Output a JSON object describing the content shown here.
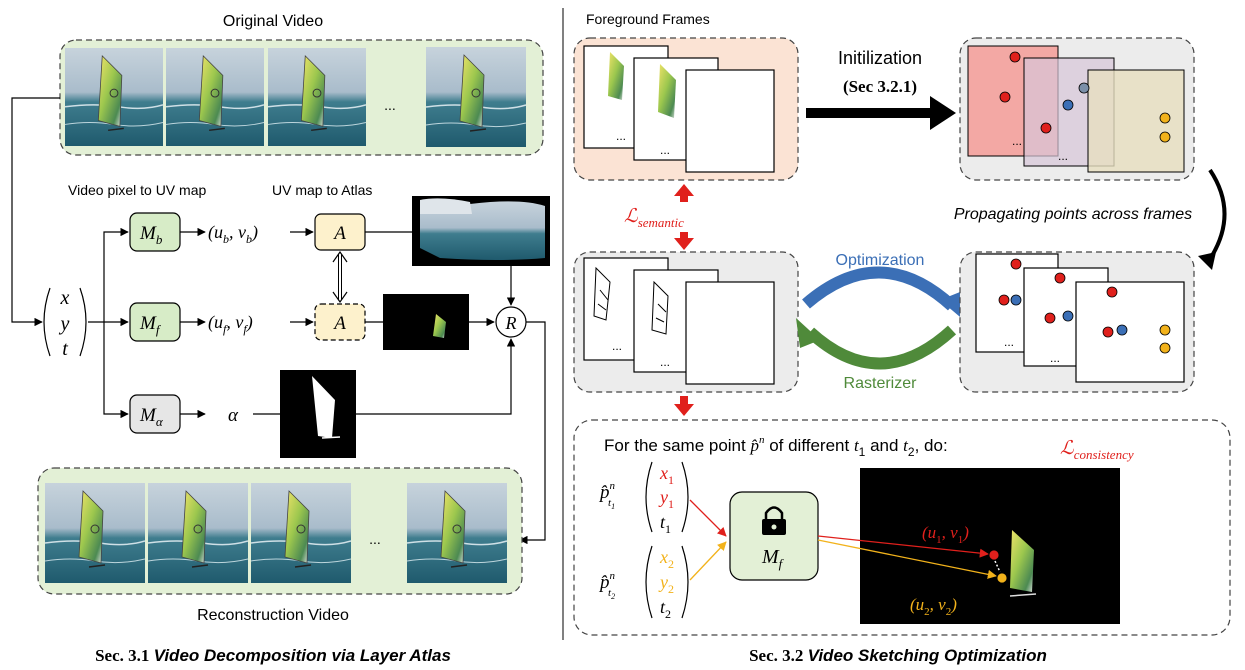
{
  "left": {
    "original_video_label": "Original Video",
    "ellipsis": "...",
    "video_pixel_to_uv": "Video pixel to UV map",
    "uv_to_atlas": "UV map to Atlas",
    "input": {
      "x": "x",
      "y": "y",
      "t": "t"
    },
    "mb": {
      "main": "M",
      "sub": "b",
      "out_prefix": "(u",
      "out_sub1": "b",
      "out_mid": ", v",
      "out_sub2": "b",
      "out_suffix": ")"
    },
    "mf": {
      "main": "M",
      "sub": "f",
      "out_prefix": "(u",
      "out_sub1": "f",
      "out_mid": ", v",
      "out_sub2": "f",
      "out_suffix": ")"
    },
    "ma": {
      "main": "M",
      "sub": "α",
      "out": "α"
    },
    "atlas_label": "A",
    "render_label": "R",
    "reconstruction_label": "Reconstruction Video",
    "caption_prefix": "Sec. 3.1 ",
    "caption_italic": "Video Decomposition via Layer Atlas"
  },
  "right": {
    "foreground_frames_label": "Foreground Frames",
    "init_label": "Initilization",
    "init_sec": "(Sec 3.2.1)",
    "propagating_label": "Propagating points across frames",
    "semantic_main": "ℒ",
    "semantic_sub": "semantic",
    "optimization_label": "Optimization",
    "rasterizer_label": "Rasterizer",
    "consistency_text_a": "For the same point ",
    "consistency_text_b": " of different ",
    "consistency_text_c": " and ",
    "consistency_text_d": ", do:",
    "consistency_main": "ℒ",
    "consistency_sub": "consistency",
    "p1": {
      "x": "x",
      "y": "y",
      "t": "t",
      "idx": "1"
    },
    "p2": {
      "x": "x",
      "y": "y",
      "t": "t",
      "idx": "2"
    },
    "mf_main": "M",
    "mf_sub": "f",
    "uv1_a": "(u",
    "uv1_b": ", v",
    "uv1_idx": "1",
    "uv2_a": "(u",
    "uv2_b": ", v",
    "uv2_idx": "2",
    "caption_prefix": "Sec. 3.2  ",
    "caption_italic": "Video Sketching Optimization"
  },
  "colors": {
    "green_box": "#e3f0d6",
    "peach_box": "#fbe3d4",
    "gray_box": "#ececec",
    "atlas_yellow": "#fdf1cc",
    "red": "#e0201c",
    "blue": "#3b6fb6",
    "green_arrow": "#4f8a3a",
    "orange": "#f2b21b"
  }
}
